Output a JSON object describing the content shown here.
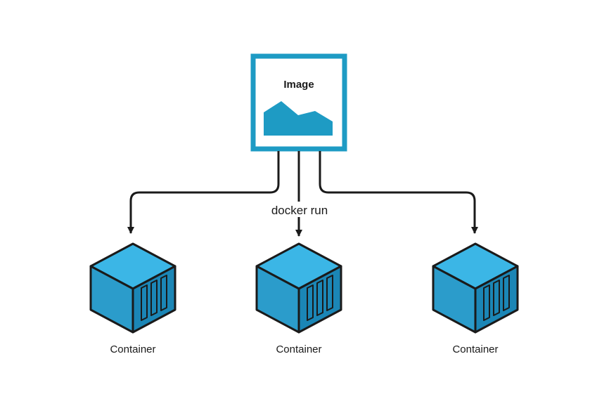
{
  "image_node": {
    "label": "Image"
  },
  "edge": {
    "label": "docker run"
  },
  "containers": [
    {
      "label": "Container"
    },
    {
      "label": "Container"
    },
    {
      "label": "Container"
    }
  ],
  "colors": {
    "accent": "#1E9BC4",
    "cube_top": "#3BB6E6",
    "cube_left": "#2B9CCB",
    "cube_right": "#1B86B6",
    "outline": "#1A1A1A"
  },
  "icons": {
    "image": "landscape-image-icon",
    "container": "container-cube-icon"
  }
}
